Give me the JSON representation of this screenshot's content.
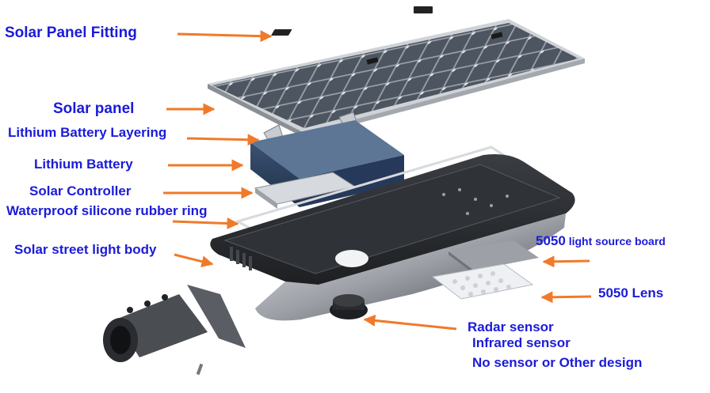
{
  "labels": {
    "solar_panel_fitting": "Solar Panel Fitting",
    "solar_panel": "Solar panel",
    "lithium_battery_layering": "Lithium Battery Layering",
    "lithium_battery": "Lithium Battery",
    "solar_controller": "Solar Controller",
    "waterproof_ring": "Waterproof silicone rubber ring",
    "light_body": "Solar street light body",
    "light_source_board_code": "5050",
    "light_source_board_text": " light source board",
    "lens": "5050 Lens",
    "radar_sensor": "Radar sensor",
    "infrared_sensor": "Infrared sensor",
    "no_sensor": "No sensor or Other design"
  },
  "colors": {
    "label_text": "#1b1bd8",
    "arrow": "#f07a2a",
    "panel_cell": "#4d5560",
    "panel_frame": "#cfd3d8",
    "battery": "#2d4261",
    "body_dark": "#2b2e33",
    "body_light": "#b9bcc1"
  }
}
